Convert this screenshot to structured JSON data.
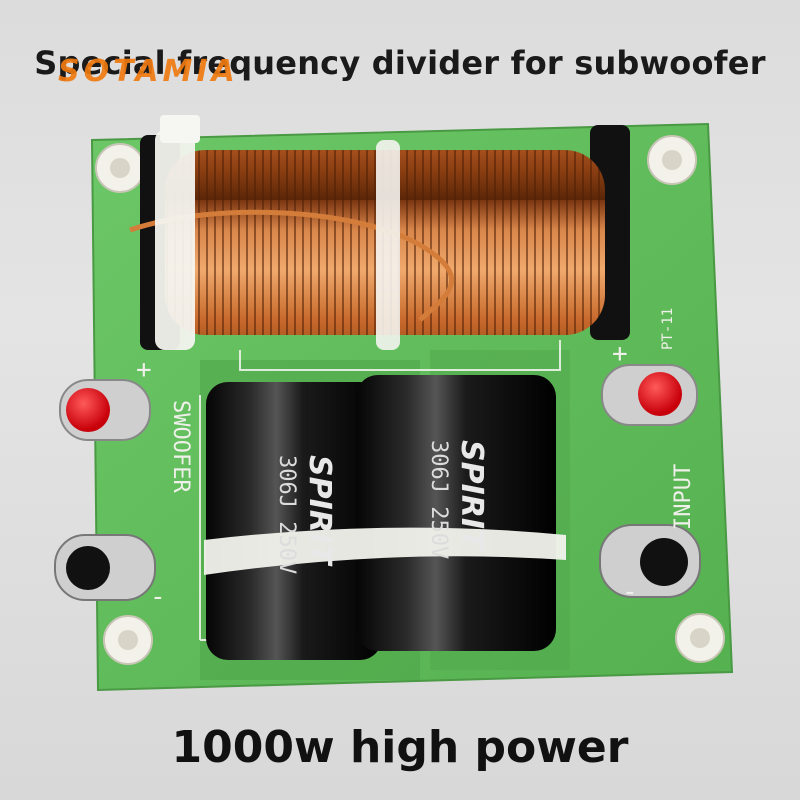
{
  "header": {
    "title": "Special frequency divider for subwoofer",
    "brand": "SOTAMIA"
  },
  "board": {
    "model": "PT-11",
    "output_label": "SWOOFER",
    "input_label": "INPUT",
    "plus": "+",
    "minus": "-"
  },
  "capacitor": {
    "brand": "SPIRIT",
    "rating": "306J 250V"
  },
  "footer": {
    "caption": "1000w high power"
  },
  "colors": {
    "pcb": "#5fbf5a",
    "copper": "#c8692c",
    "brand": "#f07a10",
    "terminal_red": "#e8101a"
  }
}
